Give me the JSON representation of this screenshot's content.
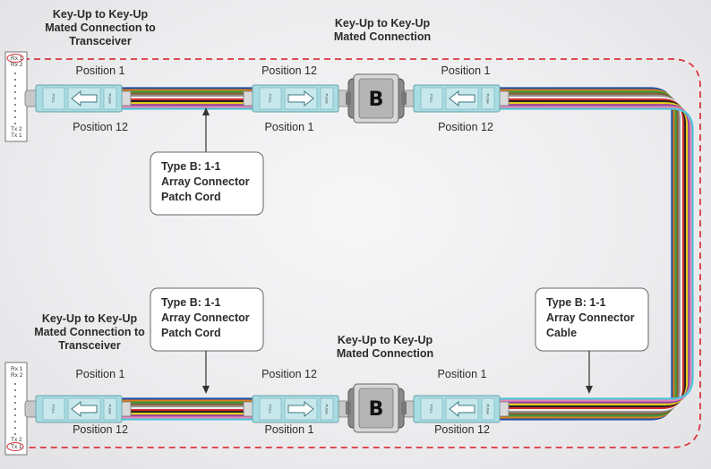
{
  "colors": {
    "fibers": [
      "#1f4fa8",
      "#e07b1a",
      "#2e9a3e",
      "#8a5a2b",
      "#8f8f8f",
      "#f0f0f0",
      "#d42a2a",
      "#222222",
      "#e8d21a",
      "#8e3fa0",
      "#e889b6",
      "#4cc4d8"
    ],
    "loop": "#d9363e",
    "connector": "#a9dbe2",
    "adapter": "#8a8a8a"
  },
  "top": {
    "left_header": [
      "Key-Up to Key-Up",
      "Mated Connection to",
      "Transceiver"
    ],
    "mid_header": [
      "Key-Up to Key-Up",
      "Mated Connection"
    ],
    "pos_a_top": "Position 1",
    "pos_a_bottom": "Position 12",
    "pos_b_top": "Position 12",
    "pos_b_bottom": "Position 1",
    "pos_c_top": "Position 1",
    "pos_c_bottom": "Position 12",
    "callout": [
      "Type B: 1-1",
      "Array Connector",
      "Patch Cord"
    ]
  },
  "bottom": {
    "left_header": [
      "Key-Up to Key-Up",
      "Mated Connection to",
      "Transceiver"
    ],
    "mid_header": [
      "Key-Up to Key-Up",
      "Mated Connection"
    ],
    "pos_a_top": "Position 1",
    "pos_a_bottom": "Position 12",
    "pos_b_top": "Position 12",
    "pos_b_bottom": "Position 1",
    "pos_c_top": "Position 1",
    "pos_c_bottom": "Position 12",
    "callout": [
      "Type B: 1-1",
      "Array Connector",
      "Patch Cord"
    ]
  },
  "right_callout": [
    "Type B: 1-1",
    "Array Connector",
    "Cable"
  ],
  "adapter_letter": "B",
  "transceiver_top": {
    "rx1": "Rx 1",
    "rx2": "Rx 2",
    "tx2": "Tx 2",
    "tx1": "Tx 1"
  },
  "transceiver_bottom": {
    "rx1": "Rx 1",
    "rx2": "Rx 2",
    "tx2": "Tx 2",
    "tx1": "Tx 1"
  },
  "connector_labels": {
    "push": "PUSH",
    "pull": "PULL"
  }
}
